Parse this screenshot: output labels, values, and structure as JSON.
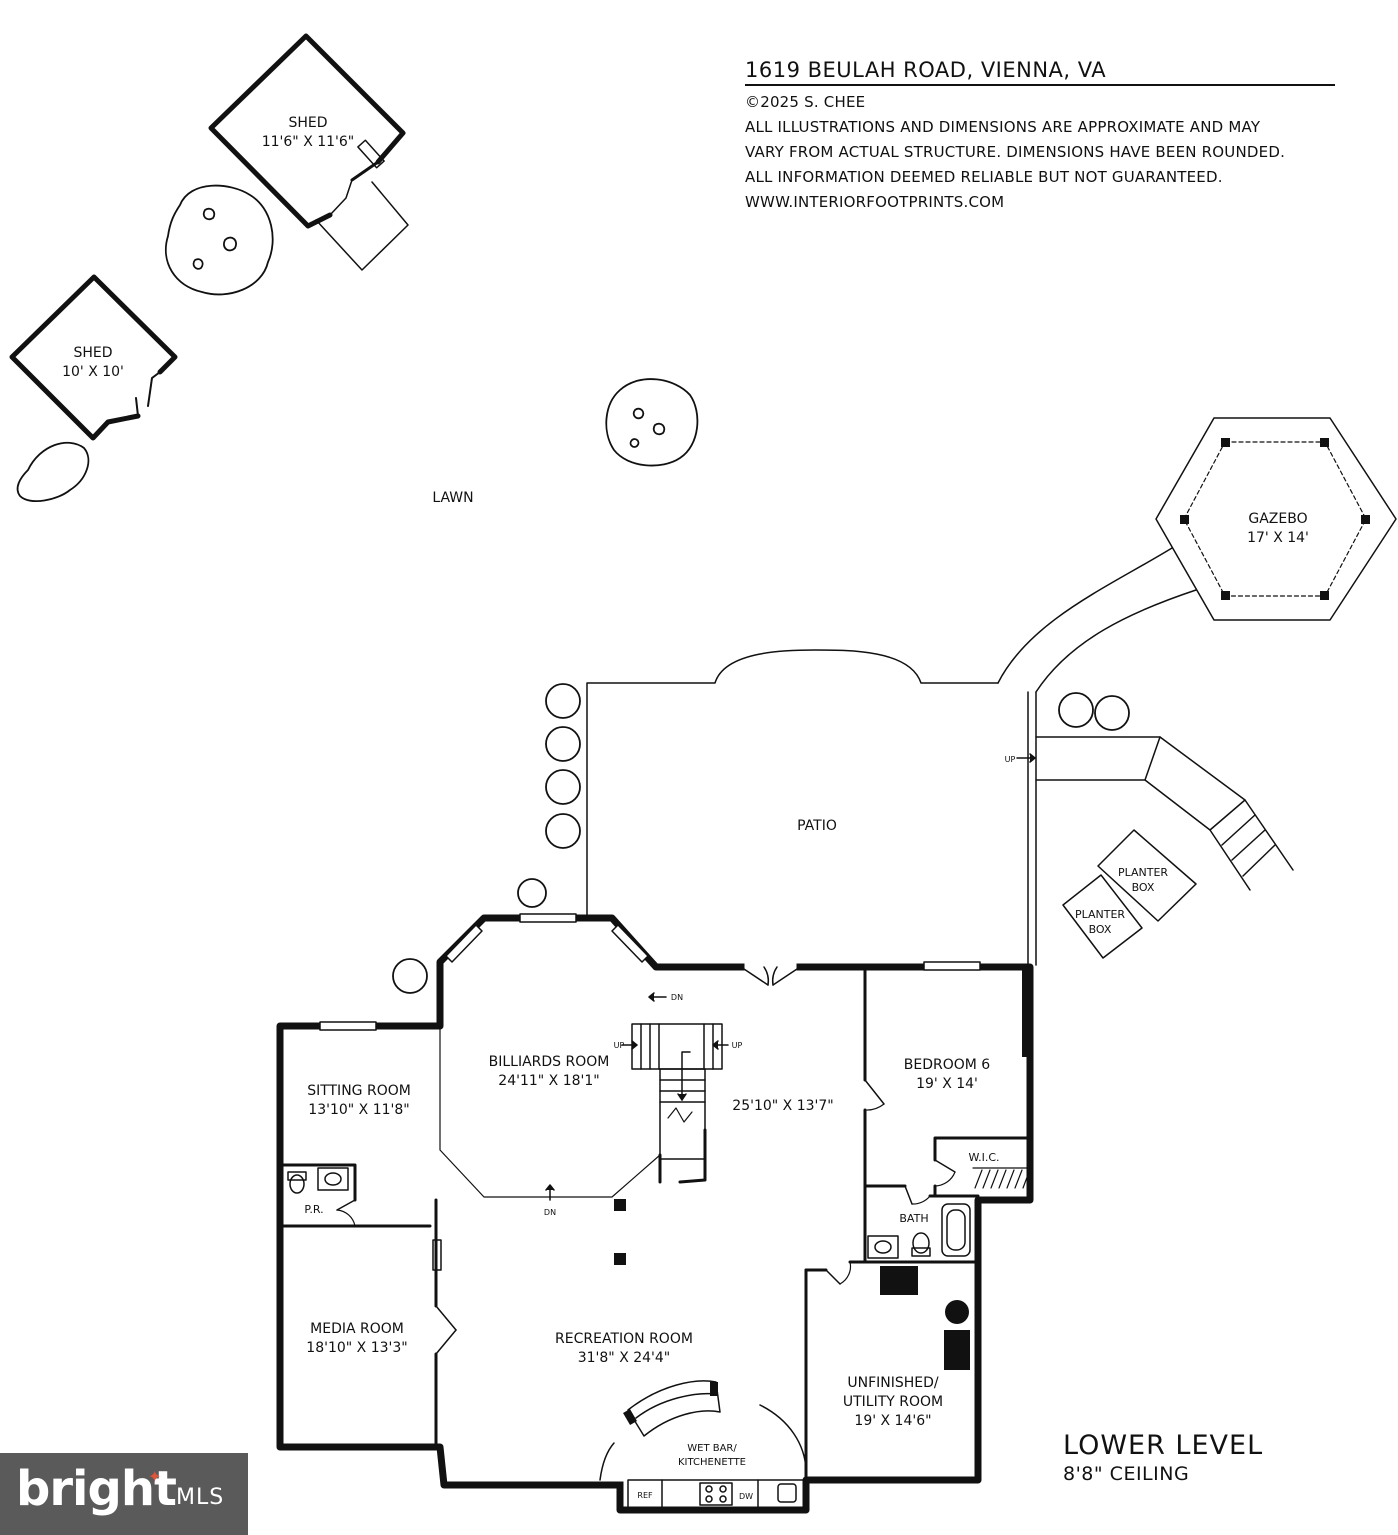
{
  "header": {
    "address": "1619 BEULAH ROAD, VIENNA, VA",
    "copyright": "©2025 S. CHEE",
    "disclaimer_1": "ALL ILLUSTRATIONS AND DIMENSIONS ARE APPROXIMATE AND MAY",
    "disclaimer_2": "VARY FROM ACTUAL STRUCTURE. DIMENSIONS HAVE BEEN ROUNDED.",
    "disclaimer_3": "ALL INFORMATION DEEMED RELIABLE BUT NOT GUARANTEED.",
    "website": "WWW.INTERIORFOOTPRINTS.COM"
  },
  "level": {
    "name": "LOWER LEVEL",
    "ceiling": "8'8\" CEILING"
  },
  "logo": {
    "brand": "bright",
    "suffix": "MLS"
  },
  "rooms": {
    "shed_large": {
      "name": "SHED",
      "dims": "11'6\" X 11'6\""
    },
    "shed_small": {
      "name": "SHED",
      "dims": "10' X 10'"
    },
    "lawn": {
      "name": "LAWN"
    },
    "gazebo": {
      "name": "GAZEBO",
      "dims": "17' X 14'"
    },
    "patio": {
      "name": "PATIO"
    },
    "planter_1": {
      "line1": "PLANTER",
      "line2": "BOX"
    },
    "planter_2": {
      "line1": "PLANTER",
      "line2": "BOX"
    },
    "billiards": {
      "name": "BILLIARDS ROOM",
      "dims": "24'11\" X 18'1\""
    },
    "hall": {
      "dims": "25'10\" X 13'7\""
    },
    "bedroom6": {
      "name": "BEDROOM 6",
      "dims": "19' X 14'"
    },
    "wic": {
      "name": "W.I.C."
    },
    "bath": {
      "name": "BATH"
    },
    "sitting": {
      "name": "SITTING ROOM",
      "dims": "13'10\" X 11'8\""
    },
    "pr": {
      "name": "P.R."
    },
    "media": {
      "name": "MEDIA ROOM",
      "dims": "18'10\" X 13'3\""
    },
    "recreation": {
      "name": "RECREATION ROOM",
      "dims": "31'8\" X 24'4\""
    },
    "utility": {
      "line1": "UNFINISHED/",
      "line2": "UTILITY ROOM",
      "dims": "19' X 14'6\""
    },
    "wetbar": {
      "line1": "WET BAR/",
      "line2": "KITCHENETTE"
    }
  },
  "markers": {
    "up_patio": "UP",
    "dn_top": "DN",
    "up_stair_left": "UP",
    "up_stair_right": "UP",
    "dn_bottom": "DN",
    "ref": "REF",
    "dw": "DW"
  }
}
